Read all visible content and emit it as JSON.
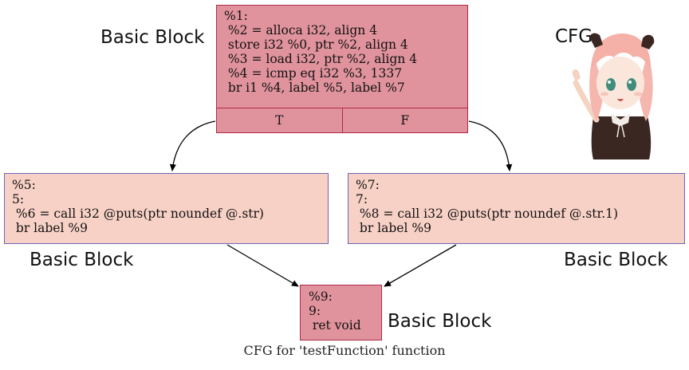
{
  "diagram": {
    "entry_block": {
      "lines": [
        "%1:",
        " %2 = alloca i32, align 4",
        " store i32 %0, ptr %2, align 4",
        " %3 = load i32, ptr %2, align 4",
        " %4 = icmp eq i32 %3, 1337",
        " br i1 %4, label %5, label %7"
      ],
      "true_port": "T",
      "false_port": "F"
    },
    "true_block": {
      "lines": [
        "%5:",
        "5:",
        " %6 = call i32 @puts(ptr noundef @.str)",
        " br label %9"
      ]
    },
    "false_block": {
      "lines": [
        "%7:",
        "7:",
        " %8 = call i32 @puts(ptr noundef @.str.1)",
        " br label %9"
      ]
    },
    "exit_block": {
      "lines": [
        "%9:",
        "9:",
        " ret void"
      ]
    },
    "annotations": {
      "entry": "Basic Block",
      "cfg": "CFG",
      "true_block": "Basic Block",
      "false_block": "Basic Block",
      "exit": "Basic Block"
    },
    "caption": "CFG for 'testFunction' function",
    "colors": {
      "hot_fill": "#e0939d",
      "warm_fill": "#f8d1c6",
      "hot_border": "#b22a48",
      "warm_border": "#6f65b6",
      "edge": "#000000"
    }
  }
}
